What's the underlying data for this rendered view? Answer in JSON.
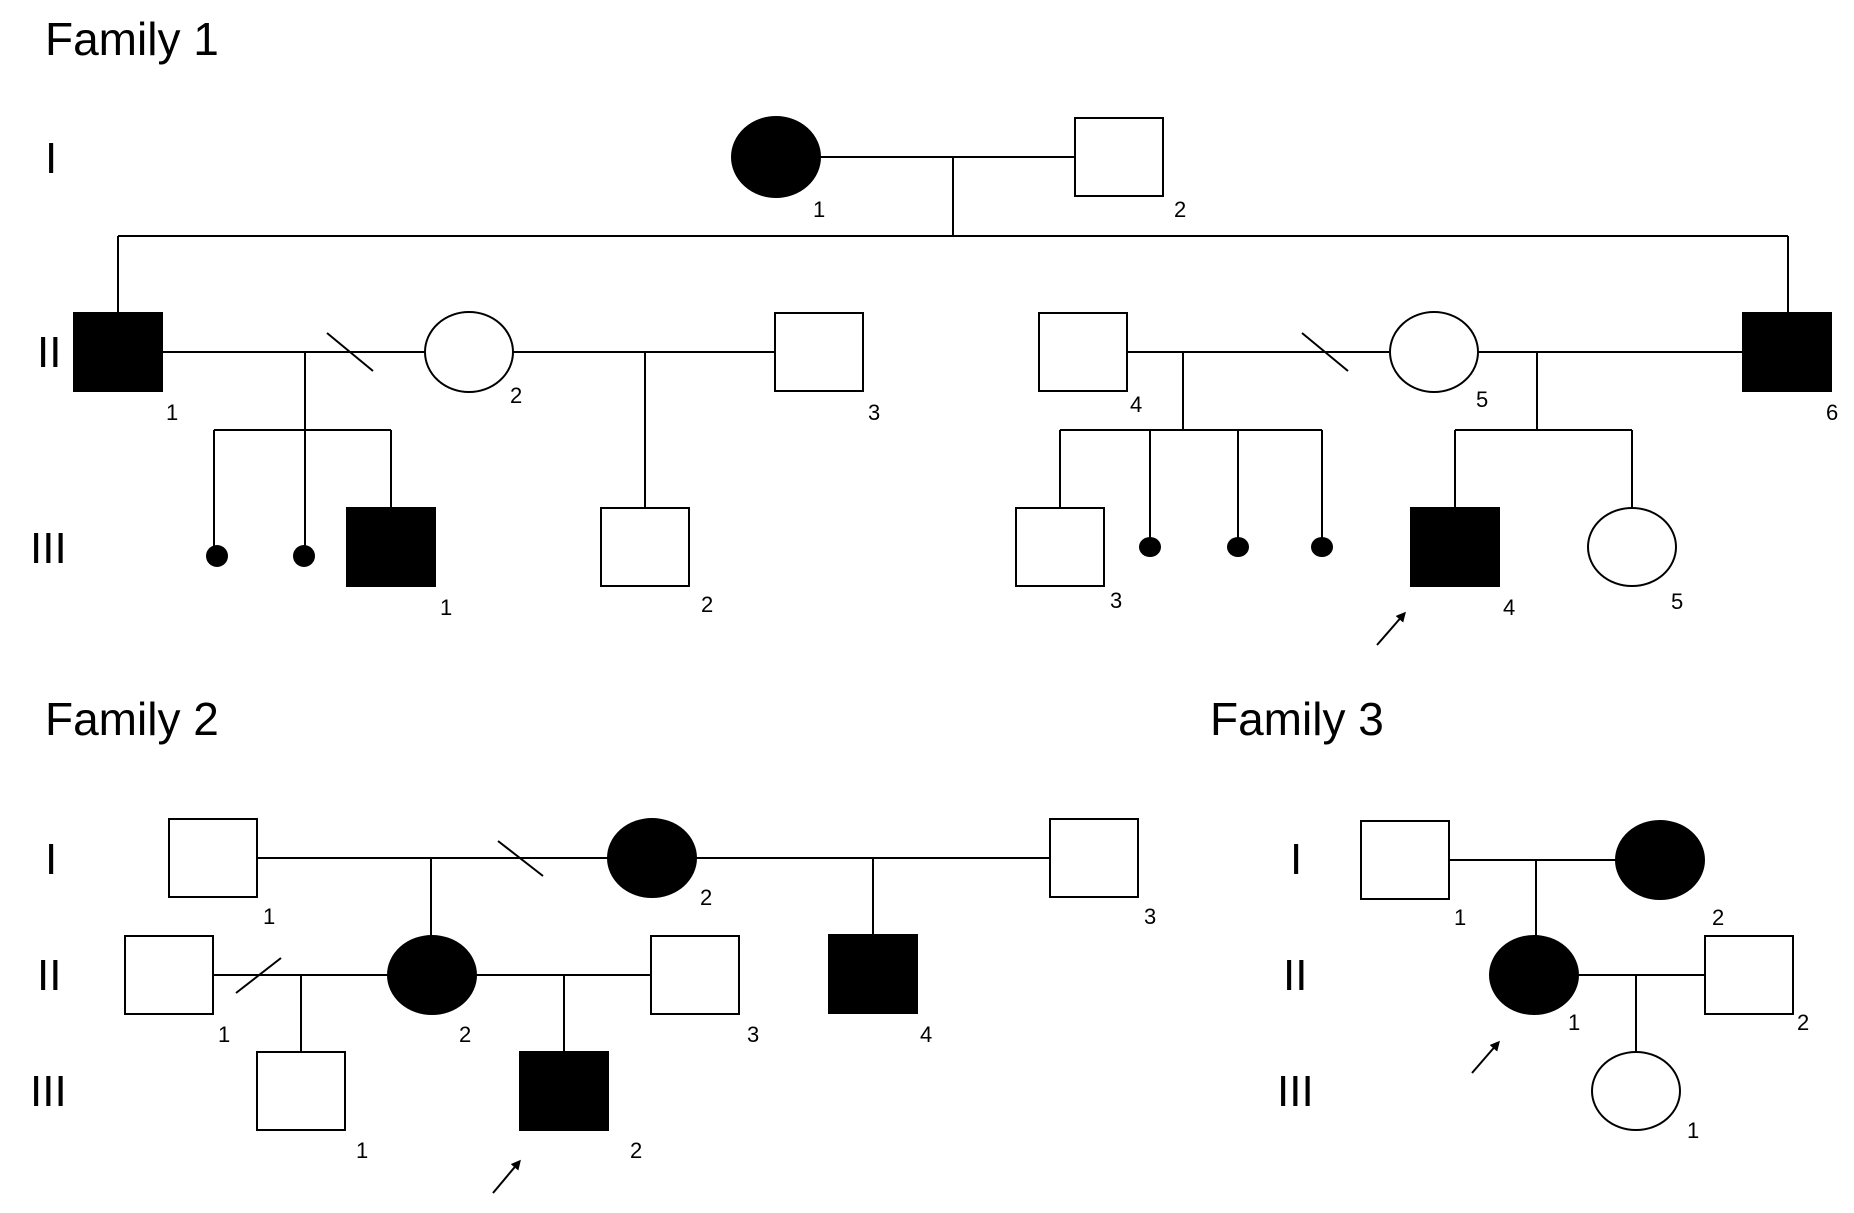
{
  "colors": {
    "affected": "#000000",
    "unaffected": "#ffffff",
    "stroke": "#000000"
  },
  "families": {
    "f1": {
      "title": "Family 1",
      "generations": [
        "I",
        "II",
        "III"
      ],
      "individuals": {
        "I-1": {
          "label": "1",
          "sex": "female",
          "affected": true
        },
        "I-2": {
          "label": "2",
          "sex": "male",
          "affected": false
        },
        "II-1": {
          "label": "1",
          "sex": "male",
          "affected": true
        },
        "II-2": {
          "label": "2",
          "sex": "female",
          "affected": false
        },
        "II-3": {
          "label": "3",
          "sex": "male",
          "affected": false
        },
        "II-4": {
          "label": "4",
          "sex": "male",
          "affected": false
        },
        "II-5": {
          "label": "5",
          "sex": "female",
          "affected": false
        },
        "II-6": {
          "label": "6",
          "sex": "male",
          "affected": true
        },
        "III-1": {
          "label": "1",
          "sex": "male",
          "affected": true
        },
        "III-2": {
          "label": "2",
          "sex": "male",
          "affected": false
        },
        "III-3": {
          "label": "3",
          "sex": "male",
          "affected": false
        },
        "III-4": {
          "label": "4",
          "sex": "male",
          "affected": true,
          "proband": true
        },
        "III-5": {
          "label": "5",
          "sex": "female",
          "affected": false
        }
      }
    },
    "f2": {
      "title": "Family 2",
      "generations": [
        "I",
        "II",
        "III"
      ],
      "individuals": {
        "I-1": {
          "label": "1",
          "sex": "male",
          "affected": false
        },
        "I-2": {
          "label": "2",
          "sex": "female",
          "affected": true
        },
        "I-3": {
          "label": "3",
          "sex": "male",
          "affected": false
        },
        "II-1": {
          "label": "1",
          "sex": "male",
          "affected": false
        },
        "II-2": {
          "label": "2",
          "sex": "female",
          "affected": true
        },
        "II-3": {
          "label": "3",
          "sex": "male",
          "affected": false
        },
        "II-4": {
          "label": "4",
          "sex": "male",
          "affected": true
        },
        "III-1": {
          "label": "1",
          "sex": "male",
          "affected": false
        },
        "III-2": {
          "label": "2",
          "sex": "male",
          "affected": true,
          "proband": true
        }
      }
    },
    "f3": {
      "title": "Family 3",
      "generations": [
        "I",
        "II",
        "III"
      ],
      "individuals": {
        "I-1": {
          "label": "1",
          "sex": "male",
          "affected": false
        },
        "I-2": {
          "label": "2",
          "sex": "female",
          "affected": true
        },
        "II-1": {
          "label": "1",
          "sex": "female",
          "affected": true,
          "proband": true
        },
        "II-2": {
          "label": "2",
          "sex": "male",
          "affected": false
        },
        "III-1": {
          "label": "1",
          "sex": "female",
          "affected": false
        }
      }
    }
  }
}
